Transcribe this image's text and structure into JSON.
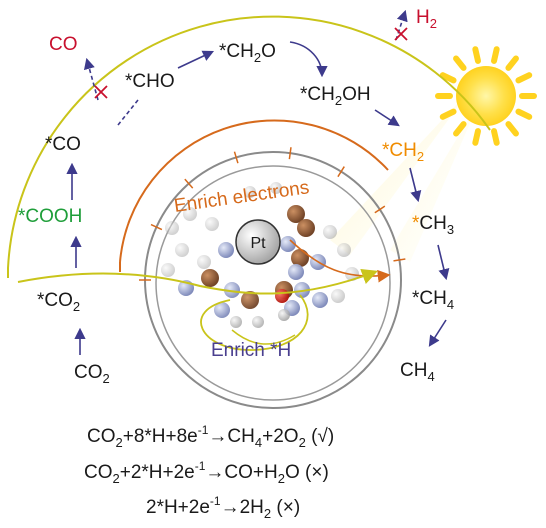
{
  "colors": {
    "arrow": "#3d3a8c",
    "yellow_arc": "#c9c41a",
    "orange_arc": "#d66a1c",
    "red": "#c8102e",
    "green": "#1f9e3a",
    "orange_text": "#f08c00",
    "sun": "#ffd21f",
    "gray_circle": "#9a9a9a"
  },
  "species": {
    "co": "CO",
    "h2": "H",
    "h2_sub": "2",
    "cho": "*CHO",
    "ch2o": "*CH",
    "ch2o_sub": "2",
    "ch2o_tail": "O",
    "ch2oh": "*CH",
    "ch2oh_sub": "2",
    "ch2oh_tail": "OH",
    "star_co": "*CO",
    "ch2": "*CH",
    "ch2_sub": "2",
    "cooh": "*COOH",
    "ch3_star": "*",
    "ch3": "CH",
    "ch3_sub": "3",
    "co2_ads": "*CO",
    "co2_ads_sub": "2",
    "ch4_ads": "*CH",
    "ch4_ads_sub": "4",
    "co2": "CO",
    "co2_sub": "2",
    "ch4": "CH",
    "ch4_sub": "4"
  },
  "center": {
    "enrich_electrons": "Enrich electrons",
    "pt": "Pt",
    "enrich_h": "Enrich *H"
  },
  "equations": {
    "eq1": {
      "a": "CO",
      "a_sub": "2",
      "b": "+8*H+8e",
      "b_sup": "-1",
      "c": "→CH",
      "c_sub": "4",
      "d": "+2O",
      "d_sub": "2",
      "e": " (√)"
    },
    "eq2": {
      "a": "CO",
      "a_sub": "2",
      "b": "+2*H+2e",
      "b_sup": "-1",
      "c": "→CO+H",
      "c_sub": "2",
      "d": "O (×)"
    },
    "eq3": {
      "a": "2*H+2e",
      "a_sup": "-1",
      "b": "→2H",
      "b_sub": "2",
      "c": " (×)"
    }
  },
  "icons": [
    "sun-icon",
    "cross-mark-icon",
    "pt-atom-icon",
    "molecule-icon"
  ]
}
